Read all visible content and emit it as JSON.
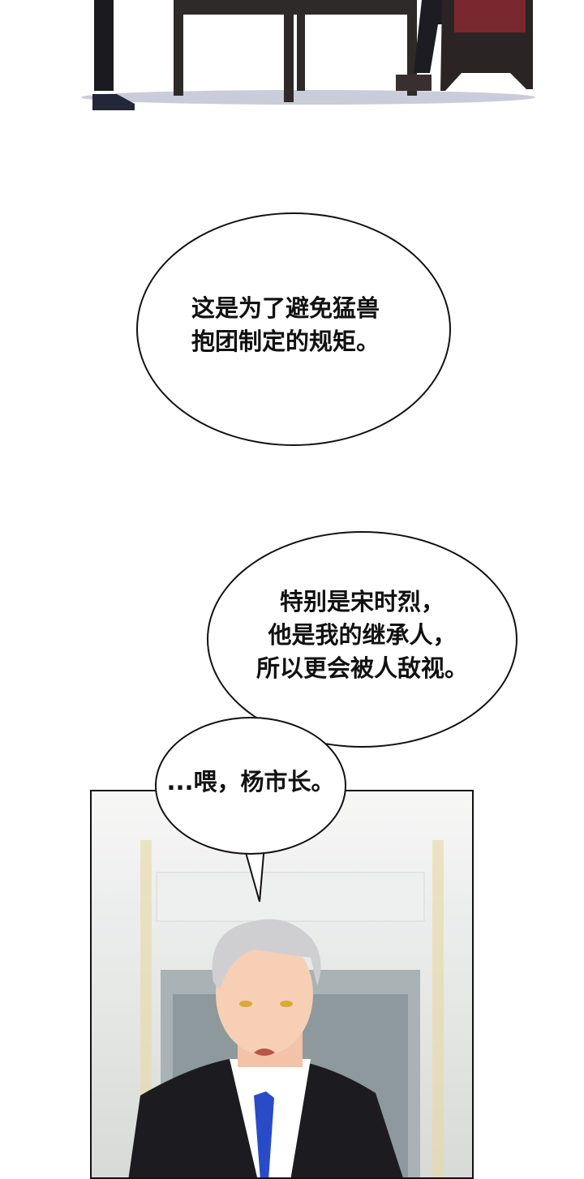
{
  "comic": {
    "top_scene": "meeting-table-scene",
    "bubbles": [
      {
        "lines": "这是为了避免猛兽\n抱团制定的规矩。"
      },
      {
        "lines": "特别是宋时烈，\n他是我的继承人，\n所以更会被人敌视。"
      },
      {
        "lines": "...喂，杨市长。"
      }
    ],
    "colors": {
      "tie": "#2a4bc8",
      "eyes": "#d9a93a",
      "suit": "#1c1c20"
    }
  }
}
